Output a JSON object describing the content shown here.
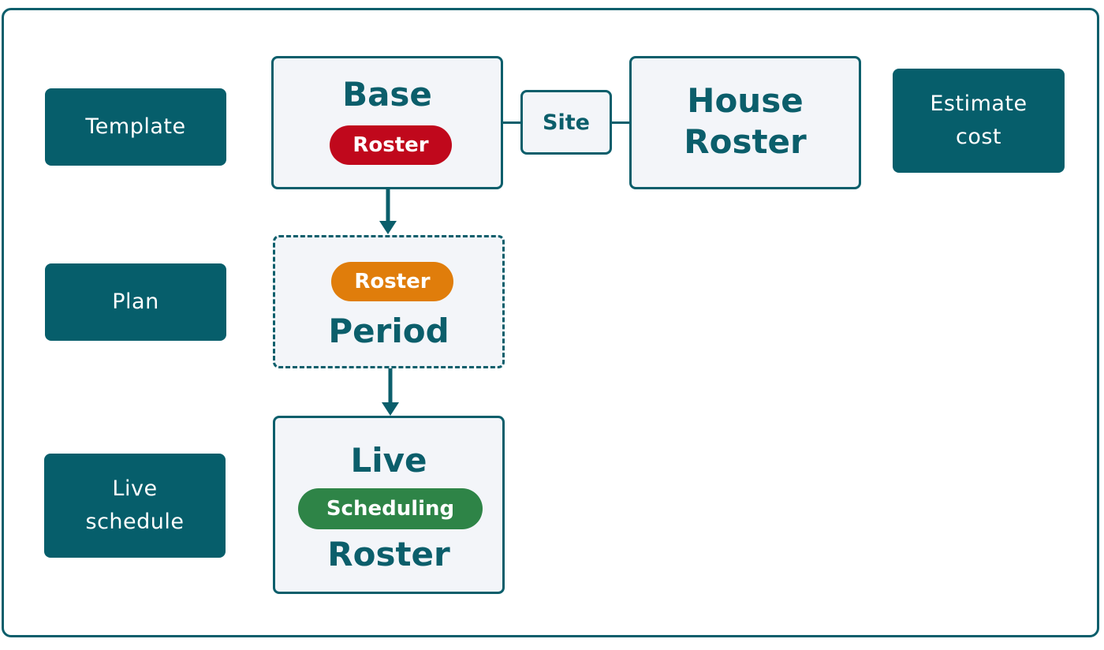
{
  "sidebar": {
    "template": "Template",
    "plan": "Plan",
    "live_schedule": "Live\nschedule"
  },
  "right_label": "Estimate\ncost",
  "nodes": {
    "base": {
      "title": "Base",
      "pill": "Roster",
      "pill_color": "#c0081c"
    },
    "site": {
      "label": "Site"
    },
    "house": {
      "line1": "House",
      "line2": "Roster"
    },
    "period": {
      "pill": "Roster",
      "pill_color": "#e07d0b",
      "title": "Period"
    },
    "live": {
      "title": "Live",
      "pill": "Scheduling",
      "pill_color": "#2e8447",
      "bottom": "Roster"
    }
  },
  "colors": {
    "teal": "#065e6b",
    "node_bg": "#f3f5f9"
  }
}
